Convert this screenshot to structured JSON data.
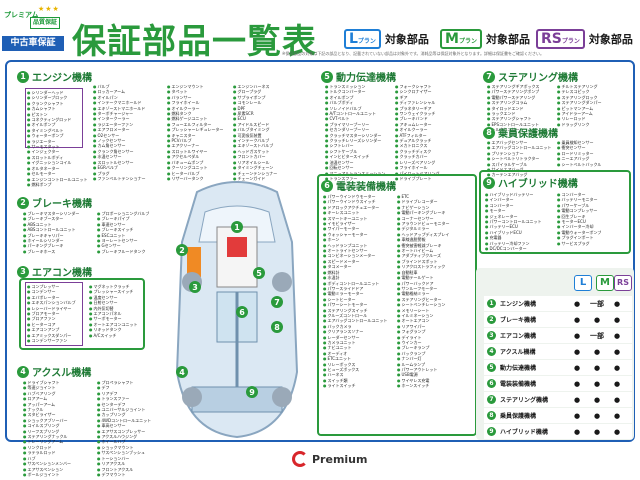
{
  "header": {
    "brand_small": "プレミアム",
    "brand_badge": "品質保証",
    "brand_sub": "中古車保証",
    "title": "保証部品一覧表",
    "plans": [
      {
        "code": "L",
        "suffix": "プラン",
        "label": "対象部品",
        "color": "#1f7fd6"
      },
      {
        "code": "M",
        "suffix": "プラン",
        "label": "対象部品",
        "color": "#2a9a3c"
      },
      {
        "code": "RS",
        "suffix": "プラン",
        "label": "対象部品",
        "color": "#7b3f98"
      }
    ],
    "note": "※保証部品の対象は下記の部品となり、記載されていない部品は対象外です。消耗品等は保証対象外となります。詳細は保証書をご確認ください。"
  },
  "sections": [
    {
      "no": "1",
      "title": "エンジン機構",
      "items_a": [
        "シリンダーヘッド",
        "シリンダーブロック",
        "クランクシャフト",
        "カムシャフト",
        "ピストン",
        "コネクティングロッド",
        "オイルポンプ",
        "タイミングベルト",
        "ウォーターポンプ",
        "ラジエーター",
        "サーモスタット",
        "インジェクター",
        "スロットルボディ",
        "イグニッションコイル",
        "オルタネーター",
        "セルモーター",
        "エンジンコントロールユニット",
        "燃料ポンプ"
      ],
      "items_b": [
        "バルブ",
        "ロッカーアーム",
        "オイルパン",
        "インテークマニホールド",
        "エキゾーストマニホールド",
        "ターボチャージャー",
        "インタークーラー",
        "ラジエーターファン",
        "エアフロメーター",
        "O2センサー",
        "ノックセンサー",
        "カム角センサー",
        "クランク角センサー",
        "水温センサー",
        "スロットルセンサー",
        "EGRバルブ",
        "プラグ",
        "ファンベルトテンショナー"
      ],
      "items_c": [
        "エンジンマウント",
        "タペット",
        "バランサー",
        "フライホイール",
        "オイルクーラー",
        "燃料タンク",
        "燃料ゲージユニット",
        "フューエルフィルター",
        "プレッシャーレギュレーター",
        "キャニスター",
        "PCVバルブ",
        "エアクリーナー",
        "スロットルワイヤー",
        "アクセルペダル",
        "バキュームポンプ",
        "クーリングユニット",
        "ヒーターバルブ",
        "リザーバータンク"
      ],
      "items_d": [
        "エンジンハーネス",
        "グロープラグ",
        "サプライポンプ",
        "コモンレール",
        "DPF",
        "尿素SCR",
        "ECU",
        "アイドルスピード",
        "バルブタイミング",
        "可変吸気装置",
        "インテークバルブ",
        "エキゾーストバルブ",
        "ヘッドガスケット",
        "フロントカバー",
        "リアオイルシール",
        "タイミングチェーン",
        "チェーンテンショナー",
        "チェーンガイド"
      ]
    },
    {
      "no": "2",
      "title": "ブレーキ機構",
      "items_a": [
        "ブレーキマスターシリンダー",
        "ブレーキブースター",
        "ABSユニット",
        "ABSコントロールユニット",
        "ブレーキキャリパー",
        "ホイールシリンダー",
        "パーキングブレーキ",
        "ブレーキホース"
      ],
      "items_b": [
        "プロポーショニングバルブ",
        "ブレーキパイプ",
        "車速センサー",
        "ブレーキスイッチ",
        "ESCユニット",
        "ヨーレートセンサー",
        "Gセンサー",
        "ブレーキフルードタンク"
      ]
    },
    {
      "no": "3",
      "title": "エアコン機構",
      "items_a": [
        "コンプレッサー",
        "コンデンサー",
        "エバポレーター",
        "エキスパンションバルブ",
        "レシーバードライヤー",
        "ブロアモーター",
        "ブロアファン",
        "ヒーターコア",
        "エアコンアンプ",
        "エアミックスダンパー",
        "コンデンサーファン"
      ],
      "items_b": [
        "マグネットクラッチ",
        "プレッシャースイッチ",
        "温度センサー",
        "日射センサー",
        "内外気切替",
        "エアコンパネル",
        "サーボモーター",
        "オートエアコンユニット",
        "リキッドタンク",
        "A/Cスイッチ"
      ]
    },
    {
      "no": "4",
      "title": "アクスル機構",
      "items_a": [
        "ドライブシャフト",
        "等速ジョイント",
        "ハブベアリング",
        "ロアアーム",
        "アッパーアーム",
        "ナックル",
        "スタビライザー",
        "ショックアブソーバー",
        "コイルスプリング",
        "リーフスプリング",
        "ステアリングナックル",
        "トレーリングアーム",
        "リンクロッド",
        "ラテラルロッド",
        "ハブ",
        "サスペンションメンバー",
        "エアサスペンション",
        "ボールジョイント"
      ],
      "items_b": [
        "プロペラシャフト",
        "デフ",
        "リアデフ",
        "トランスファー",
        "センターデフ",
        "ユニバーサルジョイント",
        "カップリング",
        "4WDコントロールユニット",
        "車高センサー",
        "エアサスコンプレッサー",
        "アクスルハウジング",
        "ホイールハブ",
        "ショックマウント",
        "サスペンションブッシュ",
        "トーションバー",
        "リアアクスル",
        "フロントアクスル",
        "デフマウント"
      ]
    },
    {
      "no": "5",
      "title": "動力伝達機構",
      "items_a": [
        "トランスミッション",
        "トルクコンバーター",
        "オイルポンプ",
        "バルブボディ",
        "ソレノイドバルブ",
        "A/Tコントロールユニット",
        "CVTベルト",
        "プライマリープーリー",
        "セカンダリープーリー",
        "クラッチマスターシリンダー",
        "クラッチレリーズシリンダー",
        "シフトレバー",
        "シフトケーブル",
        "インヒビタースイッチ",
        "油温センサー",
        "回転センサー",
        "マニュアルトランスミッション",
        "トランスファー"
      ],
      "items_b": [
        "フォークシャフト",
        "シンクロナイザー",
        "ギア",
        "ディファレンシャル",
        "プラネタリーギア",
        "ワンウェイクラッチ",
        "ブレーキバンド",
        "アキュムレーター",
        "オイルクーラー",
        "ATFフィルター",
        "デュアルクラッチ",
        "メカトロニクス",
        "クラッチディスク",
        "クラッチカバー",
        "レリーズベアリング",
        "フライホイール",
        "パイロットベアリング",
        "ドライブプレート"
      ]
    },
    {
      "no": "6",
      "title": "電装装備機構",
      "items_a": [
        "パワーウインドウモーター",
        "パワーウインドウスイッチ",
        "ドアロックアクチュエーター",
        "キーレスユニット",
        "スマートキーユニット",
        "イモビライザー",
        "ワイパーモーター",
        "ウォッシャーモーター",
        "ホーン",
        "ヘッドランプユニット",
        "オートライトセンサー",
        "コンビネーションメーター",
        "スピードメーター",
        "タコメーター",
        "燃料計",
        "水温計",
        "ボディコントロールユニット",
        "パワースライドドア",
        "電動ミラーモーター",
        "シートヒーター",
        "パワーシートモーター",
        "ステアリングスイッチ",
        "クルーズコントロール",
        "エアバッグコントロールユニット",
        "バックカメラ",
        "クリアランスソナー",
        "レーダーセンサー",
        "カメラユニット",
        "ナビユニット",
        "オーディオ",
        "ETCユニット",
        "リレーボックス",
        "ヒューズボックス",
        "ハーネス",
        "スイッチ類",
        "ライトスイッチ"
      ],
      "items_b": [
        "ETC",
        "ドライブレコーダー",
        "ナビゲーション",
        "電動パーキングブレーキ",
        "コーナーセンサー",
        "アラウンドビューモニター",
        "デジタルミラー",
        "ヘッドアップディスプレイ",
        "車線逸脱警報",
        "衝突被害軽減ブレーキ",
        "オートハイビーム",
        "アダプティブクルーズ",
        "ブラインドスポット",
        "リアクロストラフィック",
        "自動駐車",
        "電動テールゲート",
        "パワーバックドア",
        "サンルーフモーター",
        "電動格納ミラー",
        "ステアリングヒーター",
        "シートベンチレーション",
        "メモリーシート",
        "イルミネーション",
        "オートエアコン",
        "リアワイパー",
        "フォグランプ",
        "デイライト",
        "ウインカー",
        "ブレーキランプ",
        "バックランプ",
        "ナンバー灯",
        "ルームランプ",
        "パワーアウトレット",
        "USB電源",
        "ワイヤレス充電",
        "ホーンスイッチ"
      ]
    },
    {
      "no": "7",
      "title": "ステアリング機構",
      "items_a": [
        "ステアリングギアボックス",
        "パワーステアリングポンプ",
        "電動パワーステアリング",
        "ステアリングコラム",
        "タイロッドエンド",
        "ラックエンド",
        "ステアリングシャフト",
        "EPSコントロールユニット",
        "トルクセンサー"
      ],
      "items_b": [
        "チルトステアリング",
        "テレスコピック",
        "ステアリングロック",
        "ステアリングダンパー",
        "ピットマンアーム",
        "アイドラーアーム",
        "リレーロッド",
        "ドラッグリンク"
      ]
    },
    {
      "no": "8",
      "title": "乗員保護機構",
      "items_a": [
        "エアバッグセンサー",
        "エアバッグコントロールユニット",
        "プリテンショナー",
        "シートベルトリトラクター",
        "スパイラルケーブル",
        "サイドエアバッグ",
        "カーテンエアバッグ"
      ],
      "items_b": [
        "乗員検知センサー",
        "衝突センサー",
        "ロードリミッター",
        "ニーエアバッグ",
        "シートベルトバックル"
      ]
    },
    {
      "no": "9",
      "title": "ハイブリッド機構",
      "items_a": [
        "ハイブリッドバッテリー",
        "インバーター",
        "コンバーター",
        "モーター",
        "ジェネレーター",
        "パワーコントロールユニット",
        "バッテリーECU",
        "ハイブリッドECU",
        "充電器",
        "バッテリー冷却ファン",
        "DC/DCコンバーター"
      ],
      "items_b": [
        "コンバーター",
        "バッテリーモニター",
        "パワーケーブル",
        "電動コンプレッサー",
        "回生ブレーキ",
        "モーターECU",
        "インバーター冷却",
        "電動ウォーターポンプ",
        "プラグインポート",
        "サービスプラグ"
      ]
    }
  ],
  "legend": {
    "headers": [
      {
        "code": "L",
        "color": "#1f7fd6"
      },
      {
        "code": "M",
        "color": "#2a9a3c"
      },
      {
        "code": "RS",
        "color": "#7b3f98"
      }
    ],
    "rows": [
      {
        "no": "1",
        "label": "エンジン機構",
        "l": "●",
        "m": "一部",
        "rs": "●"
      },
      {
        "no": "2",
        "label": "ブレーキ機構",
        "l": "●",
        "m": "●",
        "rs": "●"
      },
      {
        "no": "3",
        "label": "エアコン機構",
        "l": "●",
        "m": "一部",
        "rs": "●"
      },
      {
        "no": "4",
        "label": "アクスル機構",
        "l": "●",
        "m": "●",
        "rs": "●"
      },
      {
        "no": "5",
        "label": "動力伝達機構",
        "l": "●",
        "m": "●",
        "rs": "●"
      },
      {
        "no": "6",
        "label": "電装装備機構",
        "l": "●",
        "m": "●",
        "rs": "●"
      },
      {
        "no": "7",
        "label": "ステアリング機構",
        "l": "●",
        "m": "●",
        "rs": "●"
      },
      {
        "no": "8",
        "label": "乗員保護機構",
        "l": "●",
        "m": "●",
        "rs": "●"
      },
      {
        "no": "9",
        "label": "ハイブリッド機構",
        "l": "●",
        "m": "●",
        "rs": "●"
      }
    ]
  },
  "car_labels": [
    "1",
    "2",
    "3",
    "4",
    "5",
    "6",
    "7",
    "8",
    "9"
  ],
  "footer": {
    "logo": "Premium"
  }
}
